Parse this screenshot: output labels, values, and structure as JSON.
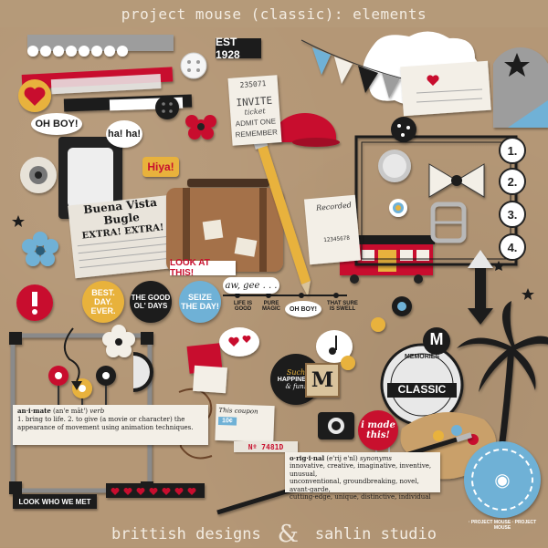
{
  "title": "project mouse (classic): elements",
  "footer": {
    "left": "brittish designs",
    "amp": "&",
    "right": "sahlin studio"
  },
  "tag_est": "EST 1928",
  "ticket": {
    "number": "235071",
    "invite": "INVITE",
    "ticket": "ticket",
    "admit": "ADMIT ONE",
    "remember": "REMEMBER"
  },
  "bubbles": {
    "ohboy": "OH BOY!",
    "haha": "ha! ha!",
    "hiya": "Hiya!"
  },
  "newspaper": {
    "masthead": "Buena Vista Bugle",
    "extra": "EXTRA! EXTRA!"
  },
  "look_at_this": "LOOK AT THIS!",
  "badges": {
    "best_day": "BEST. DAY. EVER.",
    "good_ol": "THE GOOD OL' DAYS",
    "seize": "SEIZE THE DAY!"
  },
  "banner_aw_gee": "aw, gee . . .",
  "timeline": [
    "LIFE IS GOOD",
    "PURE MAGIC",
    "OH BOY!",
    "THAT SURE IS SWELL"
  ],
  "recorded": {
    "label": "Recorded",
    "number": "12345678"
  },
  "numbers": [
    "1.",
    "2.",
    "3.",
    "4."
  ],
  "classic_seal": {
    "top": "MEMORIES",
    "main": "CLASSIC",
    "letter": "M"
  },
  "happiness": {
    "such": "Such",
    "main": "HAPPINESS",
    "fun": "& fun!"
  },
  "m_tile": "M",
  "i_made_this": "i made this!",
  "definition": {
    "word": "an·i·mate",
    "pron": "(an'e māt')",
    "pos": "verb",
    "line1": "1. bring to life.  2. to give (a movie or character) the",
    "line2": "appearance of movement using animation techniques."
  },
  "original": {
    "word": "o·rig·i·nal",
    "pron": "(e'rij e'nl)",
    "pos": "synonyms",
    "line1": "innovative, creative, imaginative, inventive, unusual,",
    "line2": "unconventional, groundbreaking, novel, avant-garde,",
    "line3": "cutting-edge, unique, distinctive, individual"
  },
  "ticket_stub": {
    "coupon": "This coupon",
    "price": "10¢",
    "number": "Nº 7481D"
  },
  "look_who": "LOOK WHO WE MET",
  "project_mouse_seal": {
    "ring": "· PROJECT MOUSE · PROJECT MOUSE"
  },
  "colors": {
    "kraft": "#b49776",
    "red": "#c8102e",
    "black": "#1c1c1c",
    "yellow": "#e8b23c",
    "blue": "#6fb1d6",
    "cream": "#f3efe7"
  }
}
